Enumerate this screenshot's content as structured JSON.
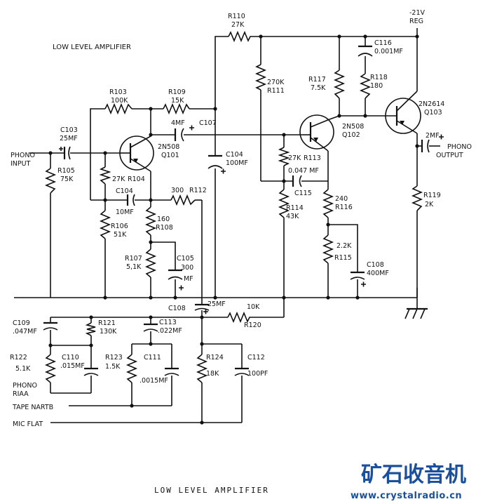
{
  "title": "LOW LEVEL AMPLIFIER",
  "caption": "LOW LEVEL AMPLIFIER",
  "supply": {
    "voltage": "-21V",
    "label": "REG"
  },
  "components": {
    "r103": {
      "ref": "R103",
      "value": "100K"
    },
    "r109": {
      "ref": "R109",
      "value": "15K"
    },
    "r110": {
      "ref": "R110",
      "value": "27K"
    },
    "r111": {
      "ref": "R111",
      "value": "270K"
    },
    "r117": {
      "ref": "R117",
      "value": "7.5K"
    },
    "r118": {
      "ref": "R118",
      "value": "180"
    },
    "c116": {
      "ref": "C116",
      "value": "0.001MF"
    },
    "q103": {
      "ref": "Q103",
      "type": "2N2614"
    },
    "c103": {
      "ref": "C103",
      "value": "25MF"
    },
    "q101": {
      "ref": "Q101",
      "type": "2N508"
    },
    "c107": {
      "ref": "C107",
      "value": "4MF"
    },
    "q102": {
      "ref": "Q102",
      "type": "2N508"
    },
    "c_out": {
      "value": "2MF"
    },
    "r105": {
      "ref": "R105",
      "value": "75K"
    },
    "r104": {
      "ref": "R104",
      "value": "27K"
    },
    "c104a": {
      "ref": "C104",
      "value": "100MF"
    },
    "r113": {
      "ref": "R113",
      "value": "27K"
    },
    "c115": {
      "ref": "C115",
      "value": "0.047 MF"
    },
    "c104b": {
      "ref": "C104",
      "value": "10MF"
    },
    "r112": {
      "ref": "R112",
      "value": "300"
    },
    "r119": {
      "ref": "R119",
      "value": "2K"
    },
    "r106": {
      "ref": "R106",
      "value": "51K"
    },
    "r108": {
      "ref": "R108",
      "value": "160"
    },
    "r114": {
      "ref": "R114",
      "value": "43K"
    },
    "r116": {
      "ref": "R116",
      "value": "240"
    },
    "r115": {
      "ref": "R115",
      "value": "2.2K"
    },
    "r107": {
      "ref": "R107",
      "value": "5,1K"
    },
    "c105": {
      "ref": "C105",
      "value": "300",
      "unit": "MF"
    },
    "c108a": {
      "ref": "C108",
      "value": "400MF"
    },
    "c108b": {
      "ref": "C108",
      "value": "25MF"
    },
    "r120": {
      "ref": "R120",
      "value": "10K"
    },
    "c109": {
      "ref": "C109",
      "value": ".047MF"
    },
    "r121": {
      "ref": "R121",
      "value": "130K"
    },
    "c113": {
      "ref": "C113",
      "value": ".022MF"
    },
    "r122": {
      "ref": "R122",
      "value": "5.1K"
    },
    "c110": {
      "ref": "C110",
      "value": ".015MF"
    },
    "r123": {
      "ref": "R123",
      "value": "1.5K"
    },
    "c111": {
      "ref": "C111",
      "value": ".0015MF"
    },
    "r124": {
      "ref": "R124",
      "value": "18K"
    },
    "c112": {
      "ref": "C112",
      "value": "100PF"
    }
  },
  "io": {
    "phono_input": [
      "PHONO",
      "INPUT"
    ],
    "phono_output": [
      "PHONO",
      "OUTPUT"
    ],
    "phono_riaa": [
      "PHONO",
      "RIAA"
    ],
    "tape_nartb": "TAPE NARTB",
    "mic_flat": "MIC FLAT"
  },
  "watermark": {
    "chinese": "矿石收音机",
    "url": "www.crystalradio.cn",
    "color": "#1a4f9c"
  }
}
